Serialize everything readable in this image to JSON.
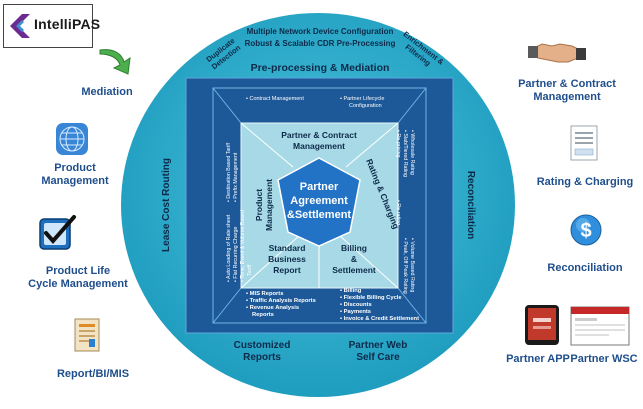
{
  "logo": {
    "text": "IntelliPAS"
  },
  "left_items": [
    {
      "label": "Mediation",
      "icon": "green-arrow-icon"
    },
    {
      "label": "Product\nManagement",
      "icon": "globe-grid-icon"
    },
    {
      "label": "Product Life\nCycle Management",
      "icon": "checkbox-icon"
    },
    {
      "label": "Report/BI/MIS",
      "icon": "report-icon"
    }
  ],
  "right_items": [
    {
      "label": "Partner & Contract\nManagement",
      "icon": "handshake-icon"
    },
    {
      "label": "Rating & Charging",
      "icon": "invoice-icon"
    },
    {
      "label": "Reconciliation",
      "icon": "dollar-icon"
    },
    {
      "label_app": "Partner APP",
      "label_wsc": "Partner WSC",
      "icon_app": "tablet-icon",
      "icon_wsc": "browser-window-icon"
    }
  ],
  "circle": {
    "top_line1": "Multiple Network Device Configuration",
    "top_line2": "Robust & Scalable CDR Pre-Processing",
    "duplicate": [
      "Duplicate",
      "Detection"
    ],
    "enrichment": [
      "Enrichment &",
      "Filtering"
    ],
    "left_arc": "Lease Cost Routing",
    "right_arc": "Reconciliation"
  },
  "square": {
    "top_band": "Pre-processing & Mediation",
    "bottom_left": [
      "Customized",
      "Reports"
    ],
    "bottom_right": [
      "Partner Web",
      "Self Care"
    ],
    "top_trap_items": [
      "Contract Management",
      "Partner Lifecycle",
      "Configuration"
    ],
    "left_trap_items": [
      "Auto Loading of Rate sheet",
      "Flat Recurring Charge",
      "Time, Event & Volume Based",
      "Tariff",
      "Destination Based Tariff",
      "Prefix Management"
    ],
    "right_trap_items": [
      "Wholesale Rating",
      "Slab/Tiered Rating",
      "Re-pricing",
      "Re-rating",
      "Volume Based Rating",
      "Peak, Off Peak Rating"
    ],
    "bottom_left_items": [
      "MIS Reports",
      "Traffic Analysis Reports",
      "Revenue Analysis",
      "Reports"
    ],
    "bottom_right_items": [
      "Billing",
      "Flexible Billing Cycle",
      "Discounts",
      "Payments",
      "Invoice & Credit Settlement"
    ]
  },
  "inner": {
    "top": [
      "Partner & Contract",
      "Management"
    ],
    "left": [
      "Product",
      "Management"
    ],
    "right": "Rating & Charging",
    "bottom_left": [
      "Standard",
      "Business",
      "Report"
    ],
    "bottom_right": [
      "Billing",
      "&",
      "Settlement"
    ],
    "center": [
      "Partner",
      "Agreement",
      "&Settlement"
    ]
  },
  "colors": {
    "circle": "#2fb1cf",
    "square": "#1e5a9c",
    "inner": "#a9dbe6",
    "pentagon": "#2173c8",
    "label": "#1f4e8c"
  }
}
